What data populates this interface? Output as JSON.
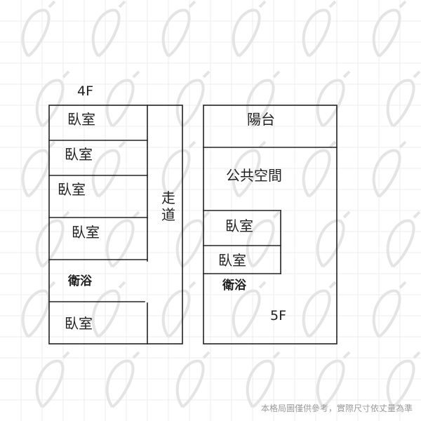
{
  "colors": {
    "line": "#222222",
    "watermark": "#e6e6e6",
    "disclaimer": "#9a9a9a"
  },
  "floor_4": {
    "floor_label": "4F",
    "rooms": [
      "臥室",
      "臥室",
      "臥室",
      "臥室",
      "衛浴",
      "臥室"
    ],
    "corridor": "走道"
  },
  "floor_5": {
    "floor_label": "5F",
    "balcony": "陽台",
    "public_space": "公共空間",
    "rooms": [
      "臥室",
      "臥室"
    ],
    "bathroom": "衛浴"
  },
  "disclaimer": "本格局圖僅供參考，實際尺寸依丈量為準"
}
